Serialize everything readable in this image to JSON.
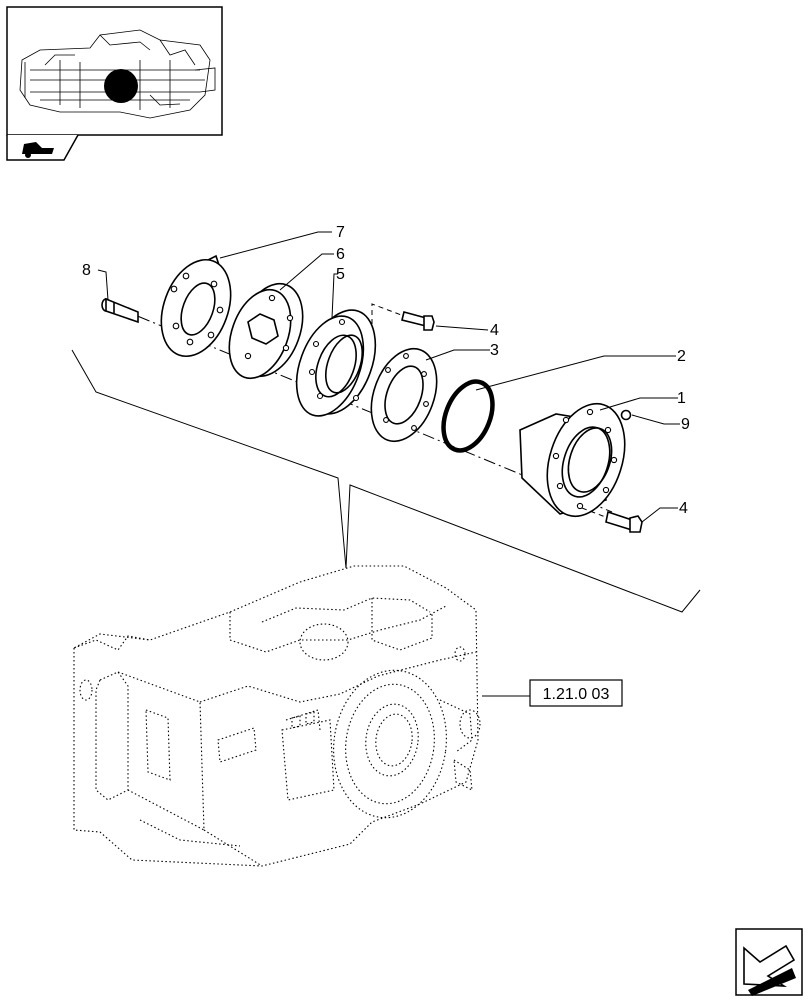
{
  "callouts": [
    {
      "id": "1",
      "text": "1"
    },
    {
      "id": "2",
      "text": "2"
    },
    {
      "id": "3",
      "text": "3"
    },
    {
      "id": "4a",
      "text": "4"
    },
    {
      "id": "4b",
      "text": "4"
    },
    {
      "id": "5",
      "text": "5"
    },
    {
      "id": "6",
      "text": "6"
    },
    {
      "id": "7",
      "text": "7"
    },
    {
      "id": "8",
      "text": "8"
    },
    {
      "id": "9",
      "text": "9"
    }
  ],
  "reference": {
    "text": "1.21.0 03"
  },
  "icons": {
    "section_icon": "tractor-section-icon",
    "next_page": "next-page-arrow-icon",
    "locator": "locator-thumbnail"
  }
}
